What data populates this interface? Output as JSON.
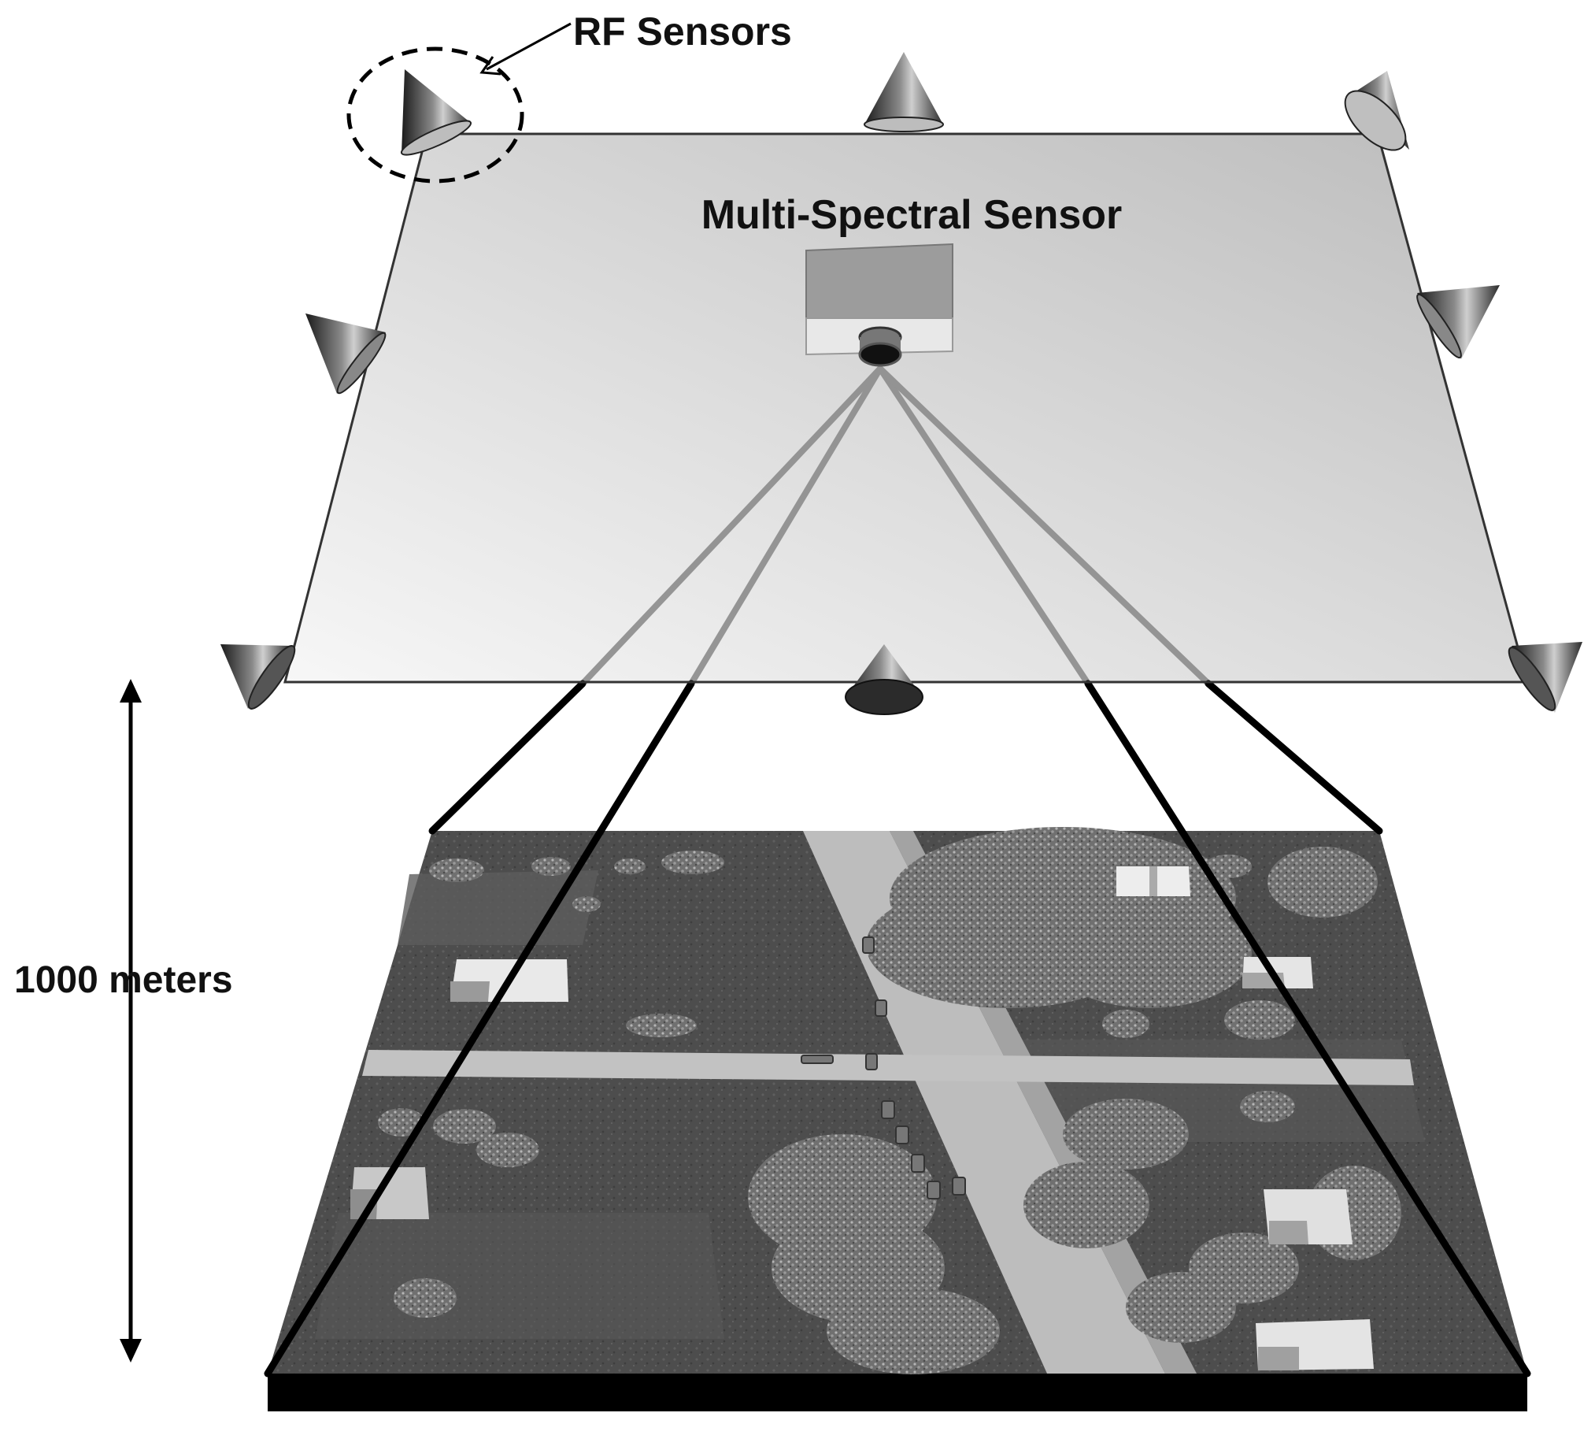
{
  "labels": {
    "rf_sensors": "RF Sensors",
    "multi_spectral_sensor": "Multi-Spectral Sensor",
    "altitude": "1000 meters"
  },
  "colors": {
    "platform_light": "#f6f6f6",
    "platform_dark": "#bdbdbd",
    "ground_dark": "#4a4a4a",
    "road": "#b9b9b9",
    "tree": "#6f6f6f",
    "roof": "#eeeeee",
    "frustum_outer": "#111111",
    "frustum_inner": "#8a8a8a"
  }
}
